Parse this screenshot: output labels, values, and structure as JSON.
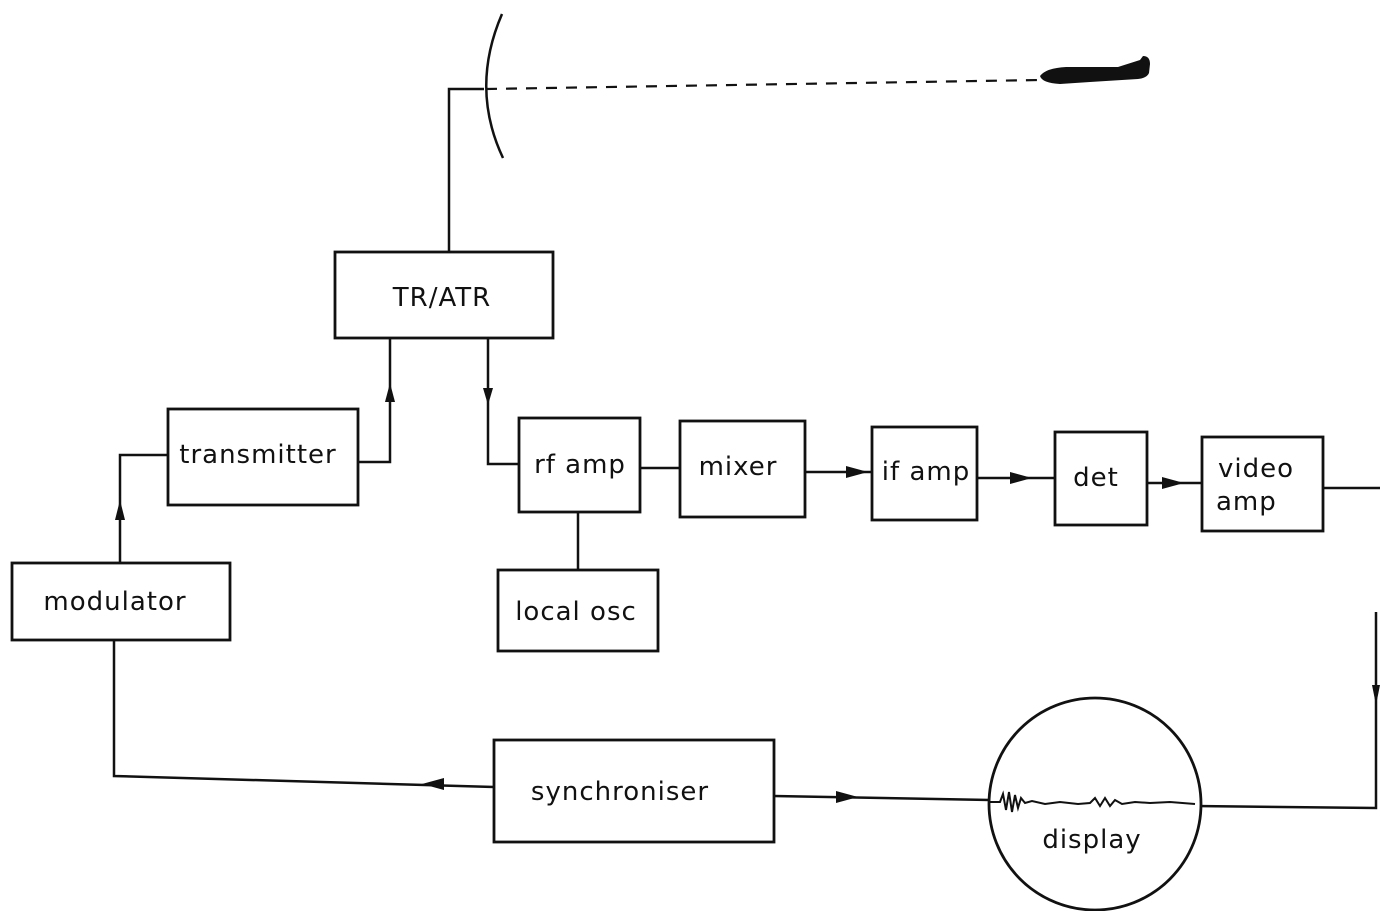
{
  "blocks": {
    "tr_atr": "TR/ATR",
    "transmitter": "transmitter",
    "modulator": "modulator",
    "rf_amp": "rf amp",
    "local_osc": "local osc",
    "mixer": "mixer",
    "if_amp": "if amp",
    "det": "det",
    "video_amp_line1": "video",
    "video_amp_line2": "amp",
    "synchroniser": "synchroniser",
    "display": "display"
  },
  "icons": {
    "antenna": "parabolic-antenna-icon",
    "target": "aircraft-icon"
  }
}
